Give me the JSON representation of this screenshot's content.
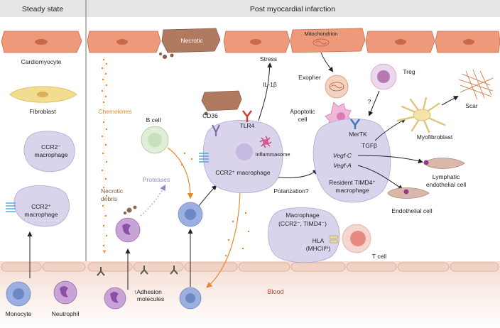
{
  "headers": {
    "left": "Steady state",
    "right": "Post myocardial infarction"
  },
  "labels": {
    "cardiomyocyte": "Cardiomyocyte",
    "fibroblast": "Fibroblast",
    "ccr2neg_macrophage": "CCR2⁻ macrophage",
    "ccr2pos_macrophage_left": "CCR2⁺ macrophage",
    "monocyte": "Monocyte",
    "neutrophil": "Neutrophil",
    "necrotic": "Necrotic",
    "chemokines": "Chemokines",
    "stress": "Stress",
    "il1b": "IL-1β",
    "tlr4": "TLR4",
    "cd36": "CD36",
    "inflammasome": "Inflammasome",
    "ccr2pos_macrophage_center": "CCR2⁺ macrophage",
    "b_cell": "B cell",
    "proteases": "Proteases",
    "necrotic_debris": "Necrotic debris",
    "adhesion_molecules": "↑Adhesion molecules",
    "blood": "Blood",
    "mitochondrion": "Mitochondrion",
    "exopher": "Exopher",
    "apoptotic_cell": "Apoptotic cell",
    "treg": "Treg",
    "question_mark": "?",
    "mertk": "MerTK",
    "tgfb": "TGFβ",
    "vegfc": "Vegf-C",
    "vegfa": "Vegf-A",
    "resident_timd4_macrophage": "Resident TIMD4⁺ macrophage",
    "polarization": "Polarization?",
    "myofibroblast": "Myofibroblast",
    "scar": "Scar",
    "lymphatic_endothelial_cell": "Lymphatic endothelial cell",
    "endothelial_cell": "Endothelial cell",
    "macrophage_ccr2neg_timd4neg": "Macrophage (CCR2⁻, TIMD4⁻)",
    "hla": "HLA (MHCIIʰⁱ)",
    "t_cell": "T cell"
  },
  "colors": {
    "cardiomyocyte": "#ee9a7a",
    "necrotic": "#b07a60",
    "macrophage": "#d9d3ec",
    "monocyte": "#9bb0e0",
    "neutrophil": "#c9a3d6",
    "fibroblast": "#f2dc8f",
    "vessel": "#f1d9cf",
    "chemokine": "#e8892a",
    "protease": "#9a82c8",
    "blood_text": "#d33b33"
  }
}
